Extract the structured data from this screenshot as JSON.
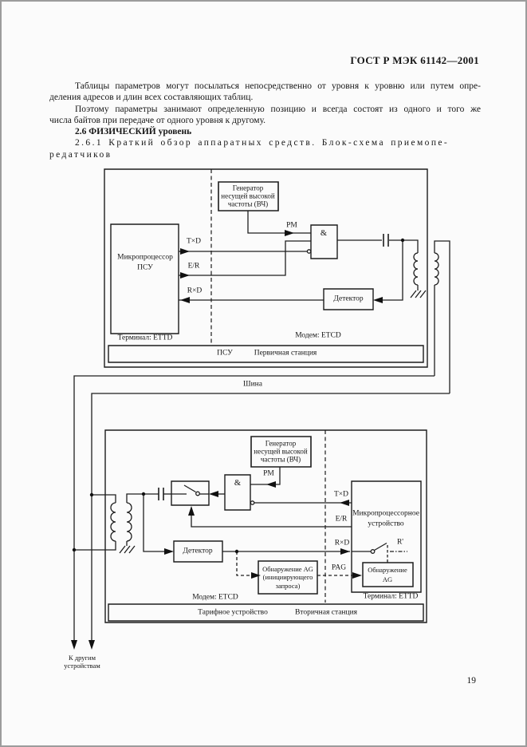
{
  "header": {
    "doc_code": "ГОСТ Р МЭК 61142—2001"
  },
  "body": {
    "p1_l1": "Таблицы параметров могут посылаться непосредственно от уровня к уровню или путем опре-",
    "p1_l2": "деления адресов и длин всех составляющих таблиц.",
    "p2_l1": "Поэтому параметры занимают определенную позицию и всегда состоят из одного и того же",
    "p2_l2": "числа байтов при передаче от одного уровня к другому.",
    "s26": "2.6 ФИЗИЧЕСКИЙ уровень",
    "s261_l1": "2.6.1 Краткий обзор аппаратных средств. Блок-схема приемопе-",
    "s261_l2": "редатчиков"
  },
  "bus": {
    "label": "Шина",
    "to_others_l1": "К другим",
    "to_others_l2": "устройствам"
  },
  "d1": {
    "gen_l1": "Генератор",
    "gen_l2": "несущей высокой",
    "gen_l3": "частоты (ВЧ)",
    "and": "&",
    "pm": "РМ",
    "txd": "T×D",
    "er": "E/R",
    "rxd": "R×D",
    "micro_l1": "Микропроцессор",
    "micro_l2": "ПСУ",
    "detector": "Детектор",
    "terminal": "Терминал: ETTD",
    "modem": "Модем: ETCD",
    "bar_l": "ПСУ",
    "bar_r": "Первичная станция"
  },
  "d2": {
    "gen_l1": "Генератор",
    "gen_l2": "несущей высокой",
    "gen_l3": "частоты (ВЧ)",
    "and": "&",
    "pm": "РМ",
    "txd": "T×D",
    "er": "E/R",
    "rxd": "R×D",
    "pag": "PAG",
    "r_switch": "R'",
    "micro_l1": "Микропроцессорное",
    "micro_l2": "устройство",
    "detector": "Детектор",
    "ag_req_l1": "Обнаружение AG",
    "ag_req_l2": "(инициирующего",
    "ag_req_l3": "запроса)",
    "ag_term_l1": "Обнаружение",
    "ag_term_l2": "AG",
    "modem": "Модем: ETCD",
    "terminal": "Терминал: ETTD",
    "bar_l": "Тарифное устройство",
    "bar_r": "Вторичная станция"
  },
  "footer": {
    "page_number": "19"
  }
}
